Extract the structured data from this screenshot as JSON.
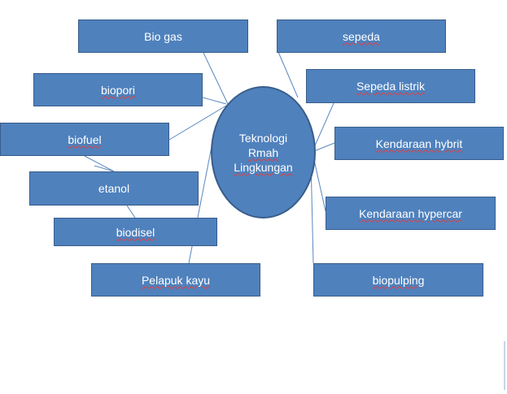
{
  "diagram": {
    "center": {
      "line1": "Teknologi",
      "line2": "Rmah",
      "line3": "Lingkungan"
    },
    "left_nodes": [
      {
        "label": "Bio gas"
      },
      {
        "label": "biopori"
      },
      {
        "label": "biofuel"
      },
      {
        "label": "etanol"
      },
      {
        "label": "biodisel"
      },
      {
        "label": "Pelapuk kayu"
      }
    ],
    "right_nodes": [
      {
        "label": "sepeda"
      },
      {
        "label": "Sepeda listrik"
      },
      {
        "label": "Kendaraan hybrit"
      },
      {
        "label": "Kendaraan hypercar"
      },
      {
        "label": "biopulping"
      }
    ],
    "colors": {
      "box_fill": "#4f81bd",
      "box_border": "#385d8a",
      "connector": "#4f81bd",
      "spell_underline": "#e04040"
    }
  }
}
